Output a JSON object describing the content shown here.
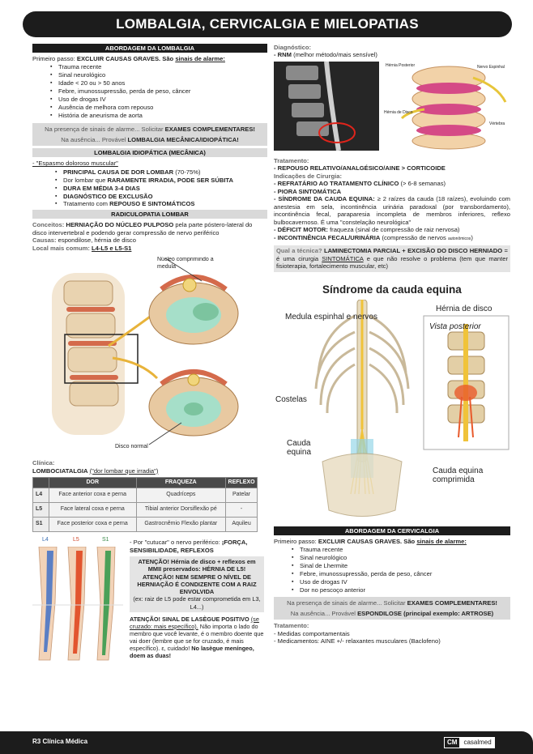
{
  "title": "LOMBALGIA, CERVICALGIA E MIELOPATIAS",
  "lombalgia": {
    "header": "ABORDAGEM DA LOMBALGIA",
    "first_step_prefix": "Primeiro passo:",
    "first_step_bold": "EXCLUIR CAUSAS GRAVES.",
    "first_step_suffix": "São",
    "alarm_label": "sinais de alarme:",
    "alarms": [
      "Trauma recente",
      "Sinal neurológico",
      "Idade < 20 ou > 50 anos",
      "Febre, imunossupressão, perda de peso, câncer",
      "Uso de drogas IV",
      "Ausência de melhora com repouso",
      "História de aneurisma de aorta"
    ],
    "box_line1_prefix": "Na presença de sinais de alarme... Solicitar",
    "box_line1_bold": "EXAMES COMPLEMENTARES!",
    "box_line2_prefix": "Na ausência... Provável",
    "box_line2_bold": "LOMBALGIA MECÂNICA/IDIOPÁTICA!"
  },
  "idiopatica": {
    "header": "LOMBALGIA IDIOPÁTICA (MECÂNICA)",
    "quote": "- \"Espasmo doloroso muscular\"",
    "items": [
      {
        "bold": "PRINCIPAL CAUSA DE DOR LOMBAR",
        "rest": " (70-75%)"
      },
      {
        "pre": "Dor lombar que ",
        "bold": "RARAMENTE IRRADIA, PODE SER SÚBITA"
      },
      {
        "bold": "DURA EM MÉDIA 3-4 DIAS"
      },
      {
        "bold": "DIAGNÓSTICO DE EXCLUSÃO"
      },
      {
        "pre": "Tratamento com ",
        "bold": "REPOUSO E SINTOMÁTICOS"
      }
    ]
  },
  "radiculopatia": {
    "header": "RADICULOPATIA LOMBAR",
    "conceitos_label": "Conceitos:",
    "conceitos_bold": "HERNIAÇÃO DO NÚCLEO PULPOSO",
    "conceitos_rest": "pela parte póstero-lateral do disco intervertebral e podendo gerar compressão de nervo periférico",
    "causas_label": "Causas:",
    "causas_text": "espondilose, hérnia de disco",
    "local_label": "Local mais comum:",
    "local_text": "L4-L5 e L5-S1",
    "fig_label_top": "Núcleo comprimindo a medula",
    "fig_label_bottom": "Disco normal"
  },
  "clinica": {
    "label": "Clínica:",
    "lombo": "LOMBOCIATALGIA",
    "lombo_quote": "(\"dor lombar que irradia\")",
    "columns": [
      "",
      "DOR",
      "FRAQUEZA",
      "REFLEXO"
    ],
    "rows": [
      [
        "L4",
        "Face anterior coxa e perna",
        "Quadríceps",
        "Patelar"
      ],
      [
        "L5",
        "Face lateral coxa e perna",
        "Tibial anterior Dorsiflexão pé",
        "-"
      ],
      [
        "S1",
        "Face posterior coxa e perna",
        "Gastrocnêmio Flexão plantar",
        "Aquileu"
      ]
    ],
    "dermatome_labels": [
      "L4",
      "L5",
      "S1"
    ],
    "cutucar_pre": "- Por \"cutucar\" o nervo periférico:",
    "cutucar_bold": "¡FORÇA, SENSIBILIDADE, REFLEXOS",
    "atencao1_a": "ATENÇÃO! Hérnia de disco + reflexos em MMII preservados: HÉRNIA DE L5!",
    "atencao1_b": "ATENÇÃO! NEM SEMPRE O NÍVEL DE HERNIAÇÃO É CONDIZENTE COM A RAIZ ENVOLVIDA",
    "atencao1_c": "(ex: raiz de L5 pode estar comprometida em L3, L4...)",
    "atencao2_bold": "ATENÇÃO! SINAL DE LASÈGUE POSITIVO",
    "atencao2_u": "(se cruzado: mais específico).",
    "atencao2_rest": "Não importa o lado do membro que você levante, é o membro doente que vai doer (lembre que se for cruzado, é mais específico). ε, cuidado!",
    "atencao2_bold2": "No lasègue meníngeo",
    "atencao2_end": ", doem as duas!"
  },
  "diagnostico": {
    "label": "Diagnóstico:",
    "rnm_bold": "- RNM",
    "rnm_rest": "(melhor método/mais sensível)",
    "fig_labels": [
      "Hérnia Posterior",
      "Nervo Espinhal",
      "Hérnia de Disco",
      "Vértebra"
    ]
  },
  "tratamento": {
    "label": "Tratamento:",
    "line1": "- REPOUSO RELATIVO/ANALGÉSICO/AINE > CORTICOIDE",
    "cirurgia_label": "Indicações de Cirurgia:",
    "c1_bold": "- REFRATÁRIO AO TRATAMENTO CLÍNICO",
    "c1_rest": "(> 6-8 semanas)",
    "c2": "- PIORA SINTOMÁTICA",
    "c3_bold": "- SÍNDROME DA CAUDA EQUINA:",
    "c3_rest": "≥ 2 raízes da cauda (18 raízes), evoluindo com anestesia em sela, incontinência urinária paradoxal (por transbordamento), incontinência fecal, paraparesia incompleta de membros inferiores, reflexo bulbocavernoso. É uma \"constelação neurológica\"",
    "c4_bold": "- DÉFICIT MOTOR:",
    "c4_rest": "fraqueza (sinal de compressão de raiz nervosa)",
    "c5_bold": "- INCONTINÊNCIA FECAL/URINÁRIA",
    "c5_rest": "(compressão de nervos",
    "c5_small": "autonômicos",
    "c5_end": ")",
    "tecnica_q": "Qual a técnica?",
    "tecnica_bold": "LAMINECTOMIA PARCIAL + EXCISÃO DO DISCO HERNIADO",
    "tecnica_mid": "= é uma cirurgia",
    "tecnica_u": "SINTOMÁTICA",
    "tecnica_rest": "e que não resolve o problema (tem que manter fisioterapia, fortalecimento muscular, etc)"
  },
  "cauda": {
    "title": "Síndrome da cauda equina",
    "labels": [
      "Medula espinhal e nervos",
      "Costelas",
      "Cauda equina",
      "Hérnia de disco",
      "Vista posterior",
      "Cauda equina comprimida"
    ]
  },
  "cervicalgia": {
    "header": "ABORDAGEM DA CERVICALGIA",
    "first_step_prefix": "Primeiro passo:",
    "first_step_bold": "EXCLUIR CAUSAS GRAVES.",
    "first_step_suffix": "São",
    "alarm_label": "sinais de alarme:",
    "alarms": [
      "Trauma recente",
      "Sinal neurológico",
      "Sinal de Lhermite",
      "Febre, imunossupressão, perda de peso, câncer",
      "Uso de drogas IV",
      "Dor no pescoço anterior"
    ],
    "box_line1_prefix": "Na presença de sinais de alarme... Solicitar",
    "box_line1_bold": "EXAMES COMPLEMENTARES!",
    "box_line2_prefix": "Na ausência... Provável",
    "box_line2_bold": "ESPONDILOSE",
    "box_line2_rest": "(principal exemplo: ARTROSE)",
    "trat_label": "Tratamento:",
    "trat": [
      "- Medidas comportamentais",
      "- Medicamentos: AINE +/- relaxantes musculares (Baclofeno)"
    ]
  },
  "footer": {
    "left": "R3 Clínica Médica",
    "logo_cm": "CM",
    "logo_text": "casalmed"
  }
}
